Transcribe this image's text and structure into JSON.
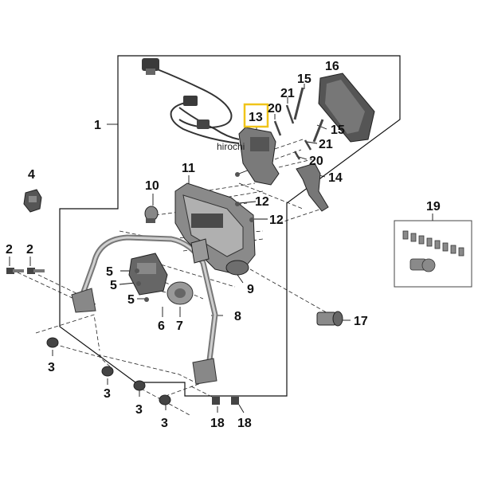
{
  "watermark": "hirochi",
  "highlight_color": "#f0c419",
  "callouts": {
    "c1": "1",
    "c2a": "2",
    "c2b": "2",
    "c3a": "3",
    "c3b": "3",
    "c3c": "3",
    "c3d": "3",
    "c4": "4",
    "c5a": "5",
    "c5b": "5",
    "c5c": "5",
    "c6": "6",
    "c7": "7",
    "c8": "8",
    "c9": "9",
    "c10": "10",
    "c11": "11",
    "c12a": "12",
    "c12b": "12",
    "c13": "13",
    "c14": "14",
    "c15a": "15",
    "c15b": "15",
    "c16": "16",
    "c17": "17",
    "c18a": "18",
    "c18b": "18",
    "c19": "19",
    "c20a": "20",
    "c20b": "20",
    "c21a": "21",
    "c21b": "21"
  }
}
